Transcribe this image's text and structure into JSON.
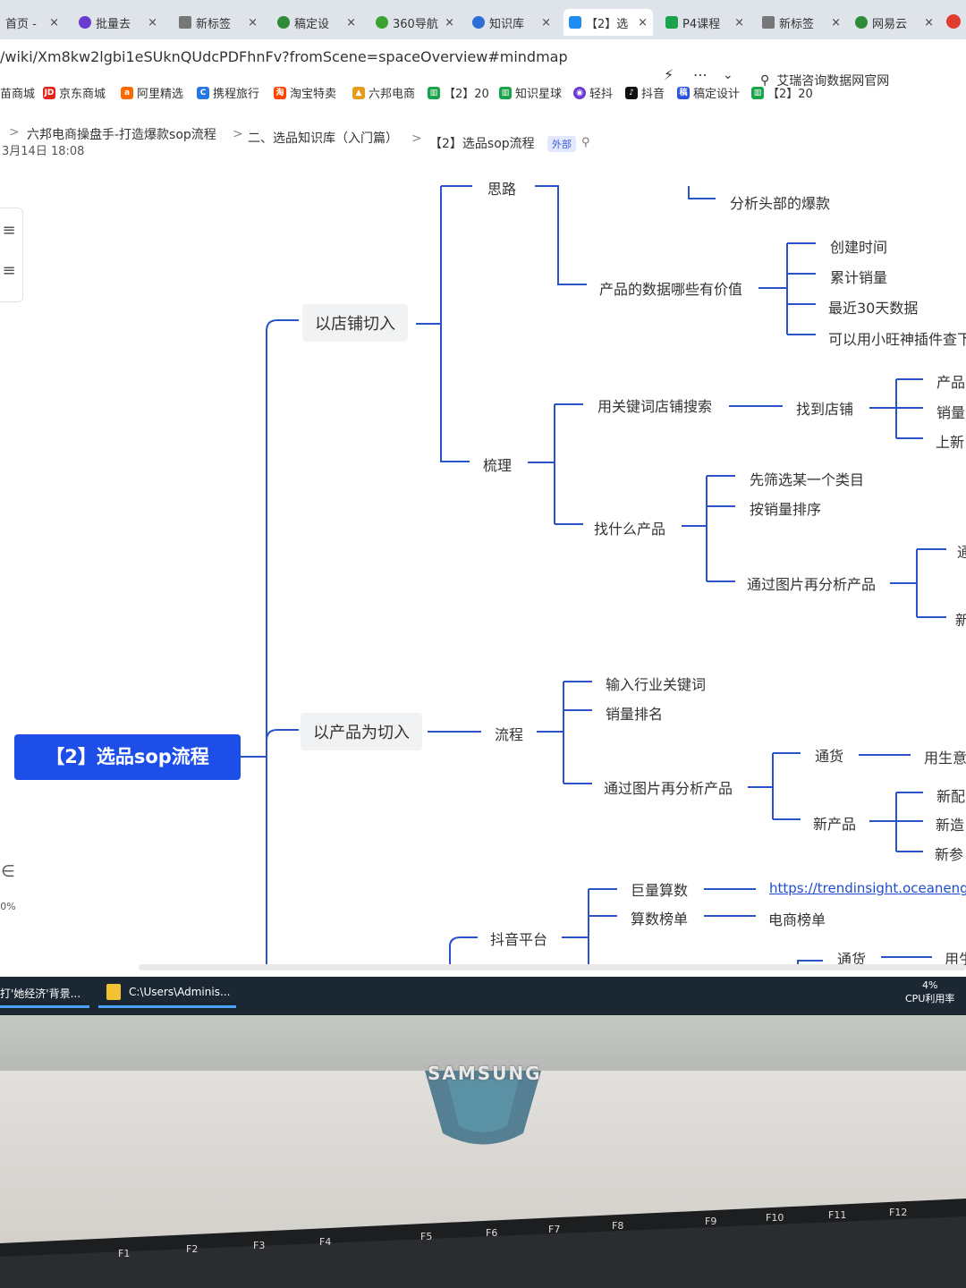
{
  "browser": {
    "tabs": [
      {
        "label": "首页 - ",
        "fav": "#888"
      },
      {
        "label": "批量去",
        "fav": "#6a3bd1"
      },
      {
        "label": "新标签",
        "fav": "#666"
      },
      {
        "label": "稿定设",
        "fav": "#2e8b3a"
      },
      {
        "label": "360导航",
        "fav": "#3aa32f"
      },
      {
        "label": "知识库",
        "fav": "#2b6fd6"
      },
      {
        "label": "【2】选",
        "fav": "#1f8cf0"
      },
      {
        "label": "P4课程",
        "fav": "#1aa34a"
      },
      {
        "label": "新标签",
        "fav": "#666"
      },
      {
        "label": "网易云",
        "fav": "#2e8b3a"
      }
    ],
    "tab_close": "×",
    "url": "/wiki/Xm8kw2lgbi1eSUknQUdcPDFhnFv?fromScene=spaceOverview#mindmap",
    "toolbar_icons": [
      "bolt-icon",
      "more-icon",
      "chevron-down-icon"
    ],
    "search_hint": "艾瑞咨询数据网官网",
    "bookmarks": [
      {
        "label": "苗商城",
        "ico": "",
        "color": "#ffffff"
      },
      {
        "label": "京东商城",
        "ico": "JD",
        "color": "#e1251b"
      },
      {
        "label": "阿里精选",
        "ico": "a",
        "color": "#ff6a00"
      },
      {
        "label": "携程旅行",
        "ico": "C",
        "color": "#2577e3"
      },
      {
        "label": "淘宝特卖",
        "ico": "淘",
        "color": "#ff4400"
      },
      {
        "label": "六邦电商",
        "ico": "▲",
        "color": "#e59b1c"
      },
      {
        "label": "【2】20",
        "ico": "▥",
        "color": "#1aa34a"
      },
      {
        "label": "知识星球",
        "ico": "▥",
        "color": "#1aa34a"
      },
      {
        "label": "轻抖",
        "ico": "◉",
        "color": "#6a3bd1"
      },
      {
        "label": "抖音",
        "ico": "♪",
        "color": "#111111"
      },
      {
        "label": "稿定设计",
        "ico": "稿",
        "color": "#2b55e6"
      },
      {
        "label": "【2】20",
        "ico": "▥",
        "color": "#1aa34a"
      }
    ]
  },
  "page": {
    "breadcrumb": [
      "六邦电商操盘手-打造爆款sop流程",
      "二、选品知识库（入门篇）",
      "【2】选品sop流程"
    ],
    "breadcrumb_sep": ">",
    "external_badge": "外部",
    "timestamp": "3月14日 18:08"
  },
  "mindmap": {
    "root": "【2】选品sop流程",
    "nodes": {
      "silu": "思路",
      "top_cut": "",
      "analyze_top": "分析头部的爆款",
      "valuable_data": "产品的数据哪些有价值",
      "create_time": "创建时间",
      "cum_sales": "累计销量",
      "recent30": "最近30天数据",
      "xiaowang": "可以用小旺神插件查下",
      "by_store": "以店铺切入",
      "kw_store_search": "用关键词店铺搜索",
      "find_store": "找到店铺",
      "product_r": "产品",
      "sales_r": "销量",
      "new_r": "上新",
      "shuli": "梳理",
      "screen_cat": "先筛选某一个类目",
      "sort_sales": "按销量排序",
      "find_what": "找什么产品",
      "pic_analysis_1": "通过图片再分析产品",
      "edge_t": "通",
      "edge_x": "新",
      "by_product": "以产品为切入",
      "liucheng": "流程",
      "input_kw": "输入行业关键词",
      "sales_rank": "销量排名",
      "pic_analysis_2": "通过图片再分析产品",
      "tonghuo": "通货",
      "yong_sheng": "用生意",
      "new_product": "新产品",
      "new_pei": "新配",
      "new_zao": "新造",
      "new_can": "新参",
      "juliang": "巨量算数",
      "link": "https://trendinsight.oceanengine",
      "suanshu_bang": "算数榜单",
      "ecom_bang": "电商榜单",
      "douyin": "抖音平台",
      "tonghuo_2": "通货",
      "yong_2": "用生"
    }
  },
  "side_tools": {
    "top": "≡",
    "mid": "≡",
    "bottom": "∈",
    "zoom": "0%"
  },
  "taskbar": {
    "items": [
      "打'她经济'背景...",
      "C:\\Users\\Adminis..."
    ],
    "cpu_value": "4%",
    "cpu_label": "CPU利用率"
  },
  "scene": {
    "monitor_brand": "SAMSUNG",
    "fkeys": [
      "F1",
      "F2",
      "F3",
      "F4",
      "F5",
      "F6",
      "F7",
      "F8",
      "F9",
      "F10",
      "F11",
      "F12"
    ]
  },
  "colors": {
    "accent": "#1d4fe8",
    "connector": "#2a52c9",
    "taskbar": "#1b2834"
  }
}
